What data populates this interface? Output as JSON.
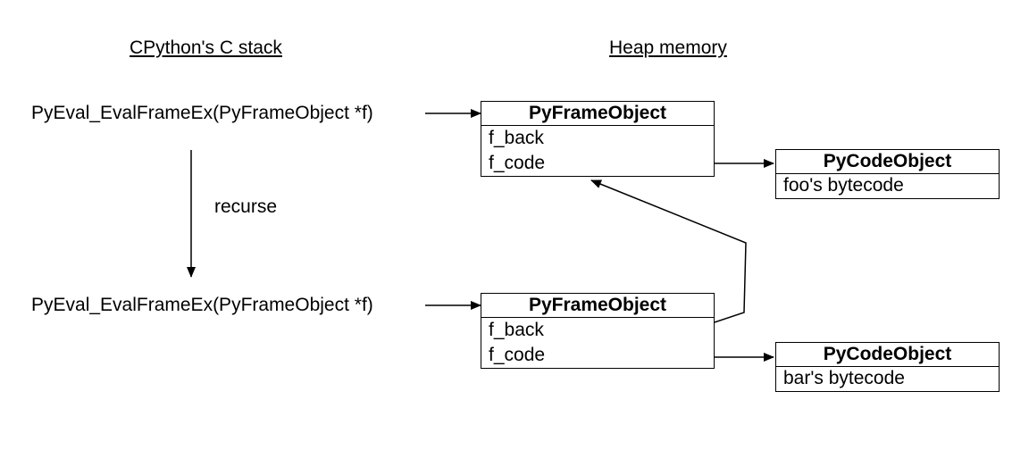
{
  "headings": {
    "stack": "CPython's C stack",
    "heap": "Heap memory"
  },
  "calls": {
    "top": "PyEval_EvalFrameEx(PyFrameObject *f)",
    "bottom": "PyEval_EvalFrameEx(PyFrameObject *f)"
  },
  "recurse_label": "recurse",
  "frames": {
    "top": {
      "title": "PyFrameObject",
      "f_back": "f_back",
      "f_code": "f_code"
    },
    "bottom": {
      "title": "PyFrameObject",
      "f_back": "f_back",
      "f_code": "f_code"
    }
  },
  "code_objects": {
    "top": {
      "title": "PyCodeObject",
      "body": "foo's bytecode"
    },
    "bottom": {
      "title": "PyCodeObject",
      "body": "bar's bytecode"
    }
  }
}
